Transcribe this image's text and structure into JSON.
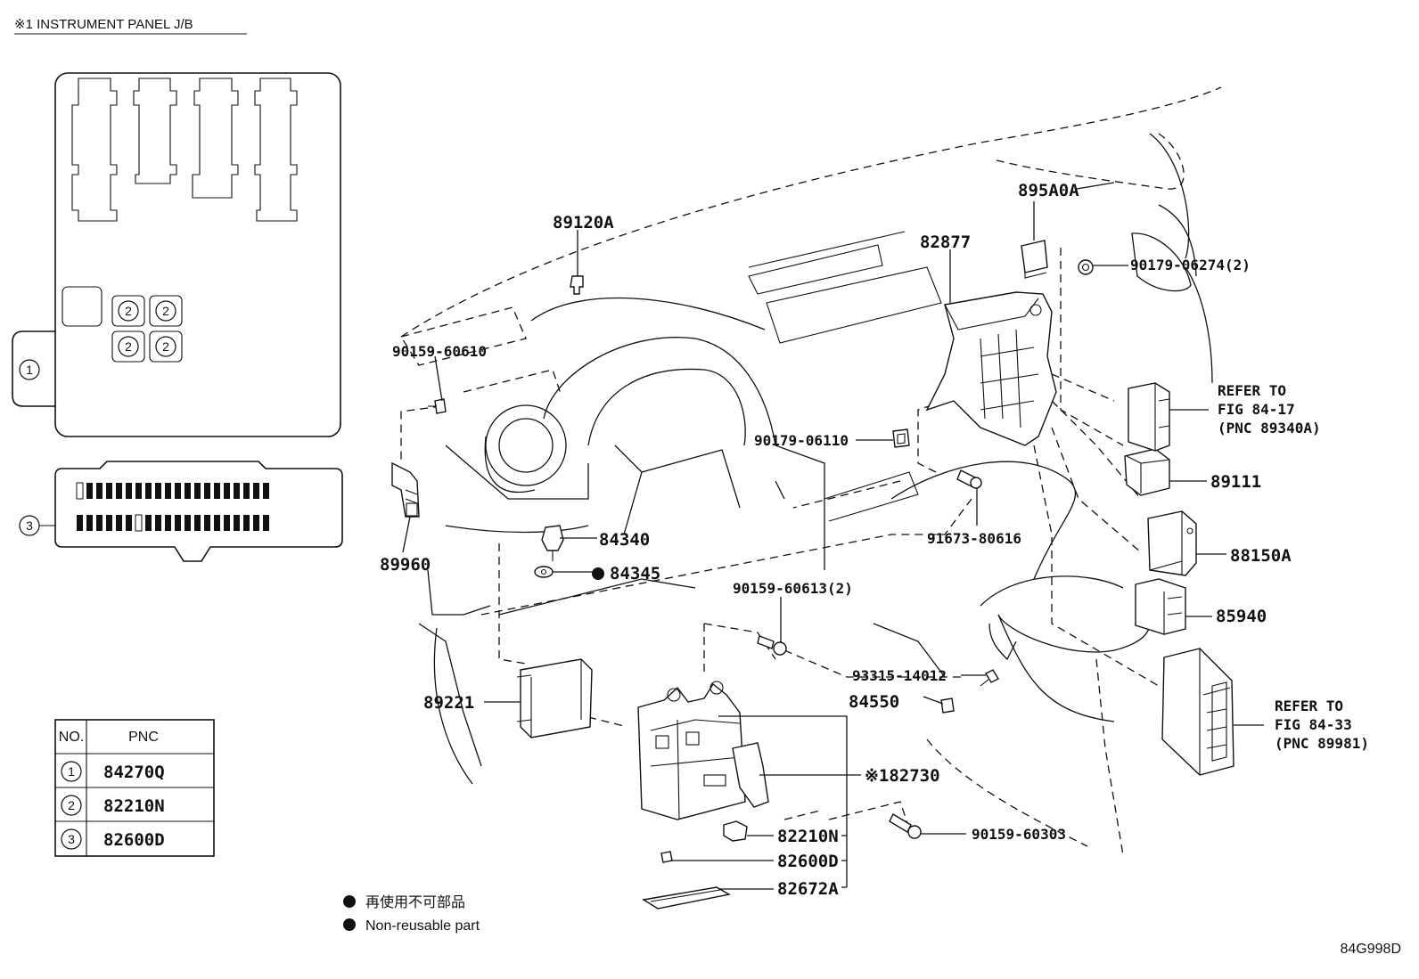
{
  "header": {
    "title": "※1 INSTRUMENT PANEL J/B"
  },
  "relay_block": {
    "callout_1": "1",
    "relay_slots": [
      "2",
      "2",
      "2",
      "2"
    ]
  },
  "fuse_block": {
    "callout_3": "3"
  },
  "parts": [
    "895A0A",
    "89120A",
    "82877",
    "90179-06274(2)",
    "90159-60610",
    "90179-06110",
    "89111",
    "91673-80616",
    "88150A",
    "84340",
    "84345",
    "89960",
    "90159-60613(2)",
    "85940",
    "93315-14012",
    "84550",
    "89221",
    "※182730",
    "82210N",
    "82600D",
    "82672A",
    "90159-60303"
  ],
  "refer_notes": [
    {
      "line1": "REFER TO",
      "line2": "FIG 84-17",
      "line3": "(PNC 89340A)"
    },
    {
      "line1": "REFER TO",
      "line2": "FIG 84-33",
      "line3": "(PNC 89981)"
    }
  ],
  "table": {
    "col_no": "NO.",
    "col_pnc": "PNC",
    "rows": [
      {
        "no": "1",
        "pnc": "84270Q"
      },
      {
        "no": "2",
        "pnc": "82210N"
      },
      {
        "no": "3",
        "pnc": "82600D"
      }
    ]
  },
  "legend": {
    "jp": "再使用不可部品",
    "en": "Non-reusable part"
  },
  "figure_id": "84G998D"
}
